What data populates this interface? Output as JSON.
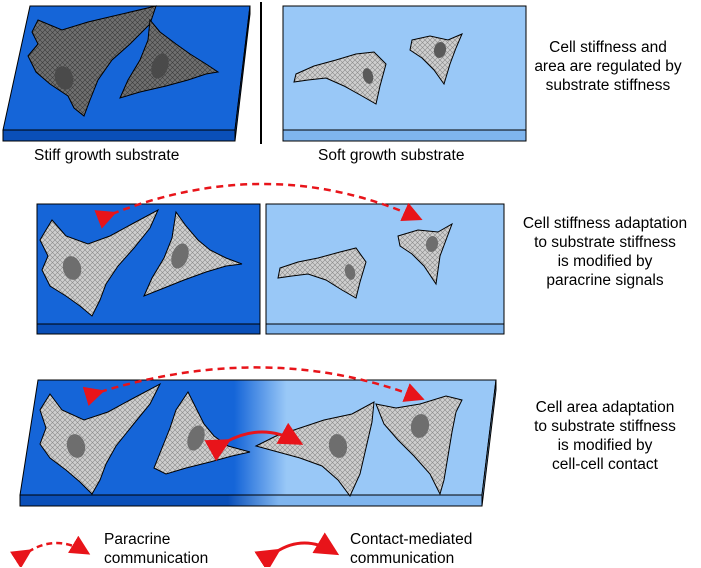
{
  "labels": {
    "stiff": "Stiff growth substrate",
    "soft": "Soft growth substrate"
  },
  "captions": {
    "row1": [
      "Cell stiffness and",
      "area are regulated by",
      "substrate stiffness"
    ],
    "row2": [
      "Cell stiffness adaptation",
      "to substrate stiffness",
      "is modified by",
      "paracrine signals"
    ],
    "row3": [
      "Cell area adaptation",
      "to substrate stiffness",
      "is modified by",
      "cell-cell contact"
    ]
  },
  "legend": {
    "paracrine": [
      "Paracrine",
      "communication"
    ],
    "contact": [
      "Contact-mediated",
      "communication"
    ]
  },
  "colors": {
    "stiff_substrate": "#1565d8",
    "soft_substrate": "#99c8f7",
    "cell_fill": "#c8c8c8",
    "stiff_cell_fill": "#6e6e6e",
    "nucleus": "#5a5a5a",
    "arrow": "#e8141a",
    "outline": "#000000"
  }
}
